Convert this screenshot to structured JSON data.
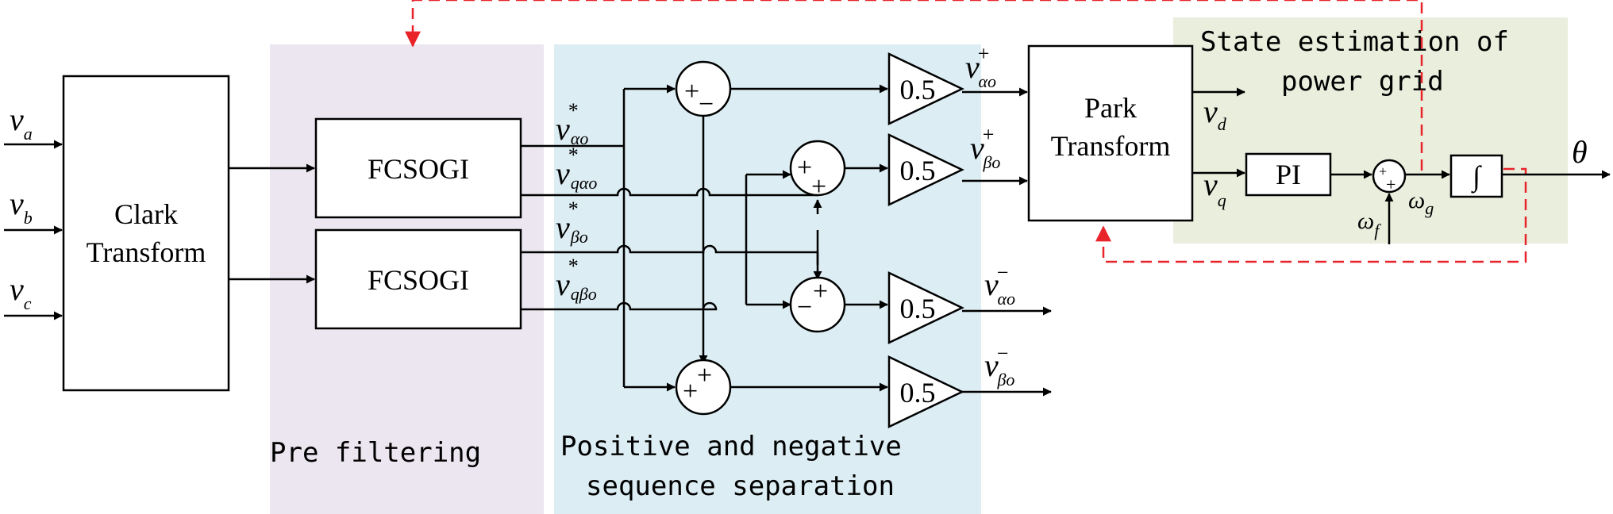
{
  "regions": {
    "prefilter": {
      "label": "Pre filtering",
      "color": "#ebe6ef"
    },
    "separation": {
      "label_line1": "Positive and negative",
      "label_line2": "sequence separation",
      "color": "#dcedf3"
    },
    "estimation": {
      "label_line1": "State estimation of",
      "label_line2": "power grid",
      "color": "#e9eedd"
    }
  },
  "blocks": {
    "clark_line1": "Clark",
    "clark_line2": "Transform",
    "fcsogi_top": "FCSOGI",
    "fcsogi_bottom": "FCSOGI",
    "park_line1": "Park",
    "park_line2": "Transform",
    "pi": "PI",
    "integrator": "∫",
    "gain": "0.5"
  },
  "inputs": {
    "a": {
      "base": "v",
      "sub": "a"
    },
    "b": {
      "base": "v",
      "sub": "b"
    },
    "c": {
      "base": "v",
      "sub": "c"
    }
  },
  "signals": {
    "v_alpha_star": {
      "base": "v",
      "sup": "*",
      "sub": "αo"
    },
    "v_qalpha_star": {
      "base": "v",
      "sup": "*",
      "sub": "qαo"
    },
    "v_beta_star": {
      "base": "v",
      "sup": "*",
      "sub": "βo"
    },
    "v_qbeta_star": {
      "base": "v",
      "sup": "*",
      "sub": "qβo"
    },
    "v_alpha_pos": {
      "base": "v",
      "sup": "+",
      "sub": "αo"
    },
    "v_beta_pos": {
      "base": "v",
      "sup": "+",
      "sub": "βo"
    },
    "v_alpha_neg": {
      "base": "v",
      "sup": "−",
      "sub": "αo"
    },
    "v_beta_neg": {
      "base": "v",
      "sup": "−",
      "sub": "βo"
    },
    "v_d": {
      "base": "v",
      "sub": "d"
    },
    "v_q": {
      "base": "v",
      "sub": "q"
    },
    "omega_f": {
      "base": "ω",
      "sub": "f"
    },
    "omega_g": {
      "base": "ω",
      "sub": "g"
    },
    "theta": "θ"
  },
  "summers": {
    "top_signs": [
      "+",
      "−"
    ],
    "mid_signs": [
      "+",
      "+"
    ],
    "low_signs": [
      "−",
      "+"
    ],
    "bottom_signs": [
      "+",
      "+"
    ],
    "final_signs": [
      "+",
      "+"
    ]
  },
  "colors": {
    "feedback": "#e8232a"
  }
}
